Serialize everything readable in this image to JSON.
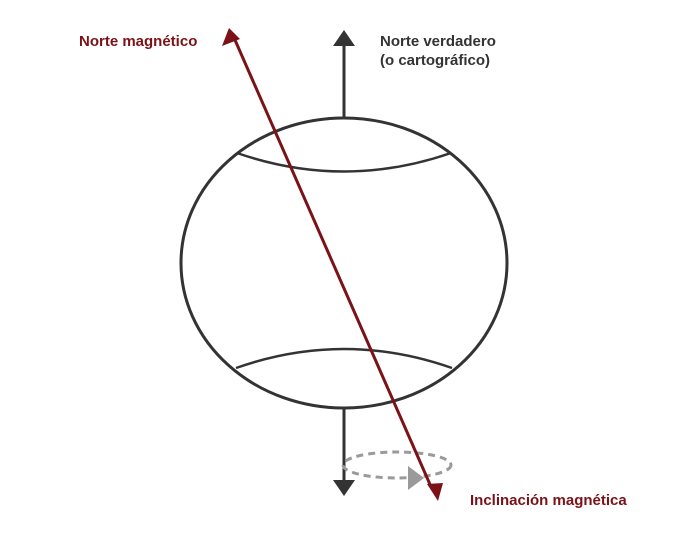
{
  "labels": {
    "magnetic_north": "Norte magnético",
    "true_north_line1": "Norte verdadero",
    "true_north_line2": "(o cartográfico)",
    "magnetic_declination": "Inclinación magnética"
  },
  "colors": {
    "magnetic": "#7a1217",
    "axis": "#333333",
    "rotation": "#9a9a9a"
  }
}
